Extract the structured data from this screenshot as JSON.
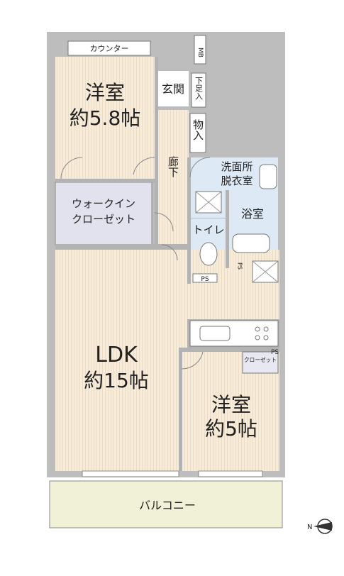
{
  "floorplan": {
    "rooms": {
      "western_room_north": {
        "name": "洋室",
        "size": "約5.8帖"
      },
      "walk_in_closet": {
        "line1": "ウォークイン",
        "line2": "クローゼット"
      },
      "ldk": {
        "name": "LDK",
        "size": "約15帖"
      },
      "western_room_south": {
        "name": "洋室",
        "size": "約5帖"
      },
      "balcony": {
        "name": "バルコニー"
      },
      "entrance": {
        "name": "玄関"
      },
      "corridor": {
        "name": "廊下"
      },
      "washroom": {
        "line1": "洗面所",
        "line2": "脱衣室"
      },
      "bathroom": {
        "name": "浴室"
      },
      "toilet": {
        "name": "トイレ"
      }
    },
    "fixtures": {
      "counter": "カウンター",
      "meter_box": "MB",
      "shoe_storage": "下足入",
      "storage": "物入",
      "pipe_space": "PS",
      "closet": "クローゼット"
    },
    "compass": {
      "north": "N"
    },
    "colors": {
      "wall": "#b3b3b3",
      "wood_floor": "#f7ecdc",
      "closet_floor": "#e2e2ef",
      "wet_area_floor": "#dde9f5",
      "balcony_floor": "#f1f1d7",
      "outline": "#666666"
    }
  }
}
